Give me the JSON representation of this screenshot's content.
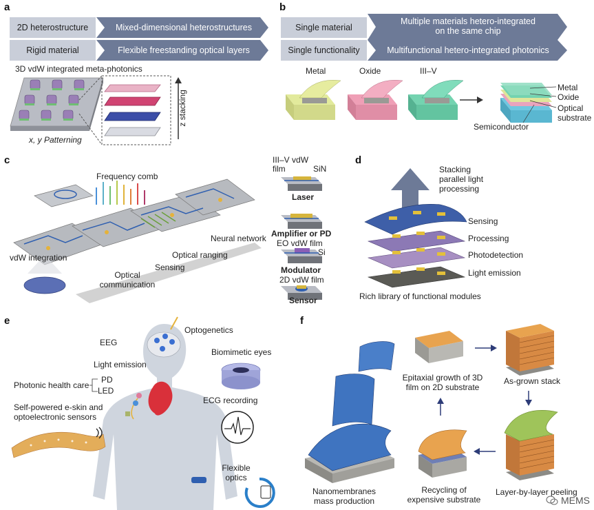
{
  "panels": {
    "a": {
      "label": "a",
      "row1_box": "2D heterostructure",
      "row1_arrow": "Mixed-dimensional heterostructures",
      "row2_box": "Rigid material",
      "row2_arrow": "Flexible freestanding optical layers",
      "title": "3D vdW integrated meta-photonics",
      "xy_label": "x, y Patterning",
      "z_label": "z stacking"
    },
    "b": {
      "label": "b",
      "row1_box": "Single material",
      "row1_arrow_line1": "Multiple materials hetero-integrated",
      "row1_arrow_line2": "on the same chip",
      "row2_box": "Single functionality",
      "row2_arrow": "Multifunctional hetero-integrated photonics",
      "materials": [
        "Metal",
        "Oxide",
        "III–V"
      ],
      "stack_labels": [
        "Metal",
        "Oxide",
        "Optical",
        "substrate"
      ],
      "semiconductor": "Semiconductor"
    },
    "c": {
      "label": "c",
      "frequency_comb": "Frequency comb",
      "neural_network": "Neural network",
      "optical_ranging": "Optical ranging",
      "sensing": "Sensing",
      "vdw_integration": "vdW integration",
      "optical": "Optical",
      "communication": "communication",
      "devices": {
        "top_left_line1": "III–V vdW",
        "top_left_line2": "film",
        "sin": "SiN",
        "laser": "Laser",
        "amplifier": "Amplifier or PD",
        "eo_film": "EO vdW film",
        "si": "Si",
        "modulator": "Modulator",
        "film2d": "2D vdW film",
        "sensor": "Sensor"
      }
    },
    "d": {
      "label": "d",
      "stacking_line1": "Stacking",
      "stacking_line2": "parallel light",
      "stacking_line3": "processing",
      "layers": [
        "Sensing",
        "Processing",
        "Photodetection",
        "Light emission"
      ],
      "library": "Rich library of functional modules"
    },
    "e": {
      "label": "e",
      "optogenetics": "Optogenetics",
      "eeg": "EEG",
      "biomimetic": "Biomimetic eyes",
      "light_emission": "Light emission",
      "pd": "PD",
      "led": "LED",
      "photonic_health": "Photonic health care",
      "ecg": "ECG recording",
      "eskin_line1": "Self-powered e-skin and",
      "eskin_line2": "optoelectronic sensors",
      "flexible_line1": "Flexible",
      "flexible_line2": "optics"
    },
    "f": {
      "label": "f",
      "epitaxial_line1": "Epitaxial growth of 3D",
      "epitaxial_line2": "film on 2D substrate",
      "as_grown": "As-grown stack",
      "nanomembranes_line1": "Nanomembranes",
      "nanomembranes_line2": "mass production",
      "recycling_line1": "Recycling of",
      "recycling_line2": "expensive substrate",
      "peeling": "Layer-by-layer peeling"
    }
  },
  "watermark": "MEMS",
  "colors": {
    "header_box": "#c9ced9",
    "header_arrow": "#6d7a97",
    "metal": "#e2ea9c",
    "oxide": "#ef9fb6",
    "iiiv": "#74d3b0",
    "substrate": "#6fc7e0"
  }
}
